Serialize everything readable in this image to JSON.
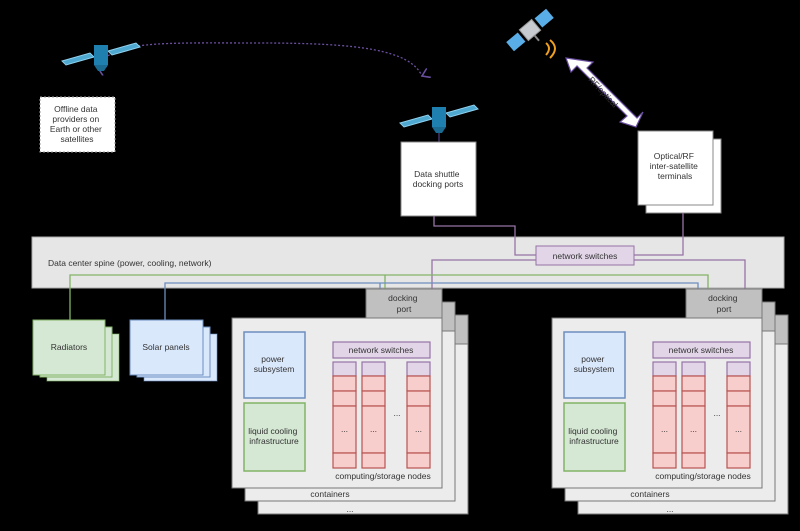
{
  "offline_box": {
    "lines": [
      "Offline data",
      "providers on",
      "Earth or other",
      "satellites"
    ]
  },
  "shuttle_box": {
    "lines": [
      "Data shuttle",
      "docking ports"
    ]
  },
  "optical_box": {
    "lines": [
      "Optical/RF",
      "inter-satellite",
      "terminals"
    ]
  },
  "link_label": "RF/optical",
  "spine": {
    "label": "Data center spine (power, cooling, network)",
    "switches": "network switches"
  },
  "radiators": "Radiators",
  "solar": "Solar panels",
  "container": {
    "docking": [
      "docking",
      "port"
    ],
    "power": [
      "power",
      "subsystem"
    ],
    "cooling": [
      "liquid cooling",
      "infrastructure"
    ],
    "switches": "network switches",
    "nodes": "computing/storage nodes",
    "containers": "containers",
    "ellipsis": "..."
  },
  "colors": {
    "purple": "#9673a6",
    "green": "#82b366",
    "blue": "#6c8ebf",
    "red": "#b85450",
    "spine": "#e6e6e6"
  }
}
